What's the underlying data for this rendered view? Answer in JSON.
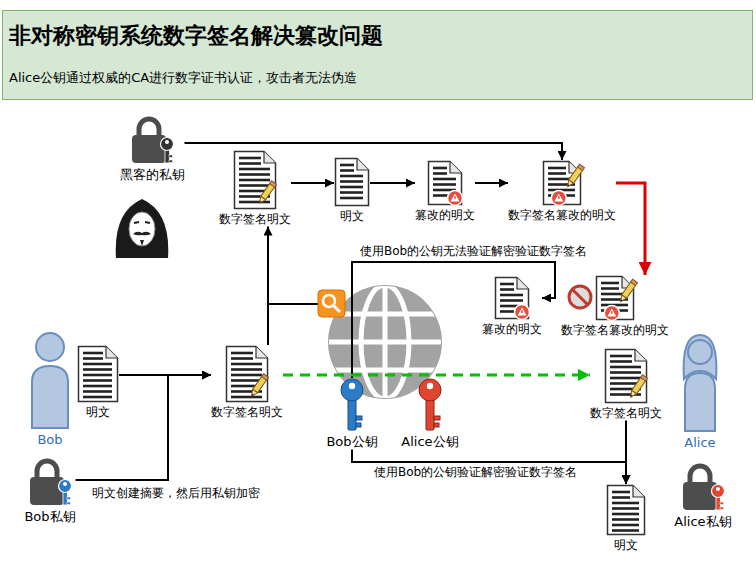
{
  "diagram": {
    "title": "非对称密钥系统数字签名解决篡改问题",
    "caption": "Alice公钥通过权威的CA进行数字证书认证，攻击者无法伪造",
    "nodes": [
      {
        "text": [
          "黑客的私钥"
        ]
      },
      {
        "text": [
          "数字签名明文"
        ]
      },
      {
        "text": [
          "明文"
        ]
      },
      {
        "text": [
          "篡改的明文"
        ]
      },
      {
        "text": [
          "数字签名篡改的明文"
        ]
      },
      {
        "text": [
          "篡改的明文"
        ]
      },
      {
        "text": [
          "数字签名篡改的明文"
        ]
      },
      {
        "text": [
          "Bob"
        ]
      },
      {
        "text": [
          "明文"
        ]
      },
      {
        "text": [
          "数字签名明文"
        ]
      },
      {
        "text": [
          "Bob公钥"
        ]
      },
      {
        "text": [
          "Alice公钥"
        ]
      },
      {
        "text": [
          "数字签名明文"
        ]
      },
      {
        "text": [
          "Alice"
        ]
      },
      {
        "text": [
          "Bob私钥"
        ]
      },
      {
        "text": [
          "Alice私钥"
        ]
      },
      {
        "text": [
          "明文"
        ]
      }
    ],
    "edges": [
      {
        "from": 0,
        "to": 4,
        "arrow": "to"
      },
      {
        "from": 1,
        "to": 2,
        "arrow": "to"
      },
      {
        "from": 2,
        "to": 3,
        "arrow": "to"
      },
      {
        "from": 3,
        "to": 4,
        "arrow": "to"
      },
      {
        "from": 4,
        "to": 6,
        "arrow": "to"
      },
      {
        "from": 10,
        "to": 5,
        "label": "使用Bob的公钥无法验证解密验证数字签名",
        "arrow": "to"
      },
      {
        "from": 9,
        "to": 1,
        "arrow": "to"
      },
      {
        "from": 8,
        "to": 9,
        "arrow": "to"
      },
      {
        "from": 14,
        "to": 9,
        "label": "明文创建摘要，然后用私钥加密",
        "arrow": "to"
      },
      {
        "from": 9,
        "to": 12,
        "arrow": "to"
      },
      {
        "from": 10,
        "to": 16,
        "label": "使用Bob的公钥验证解密验证数字签名",
        "arrow": "to"
      },
      {
        "from": 12,
        "to": 16,
        "arrow": "to"
      }
    ]
  }
}
